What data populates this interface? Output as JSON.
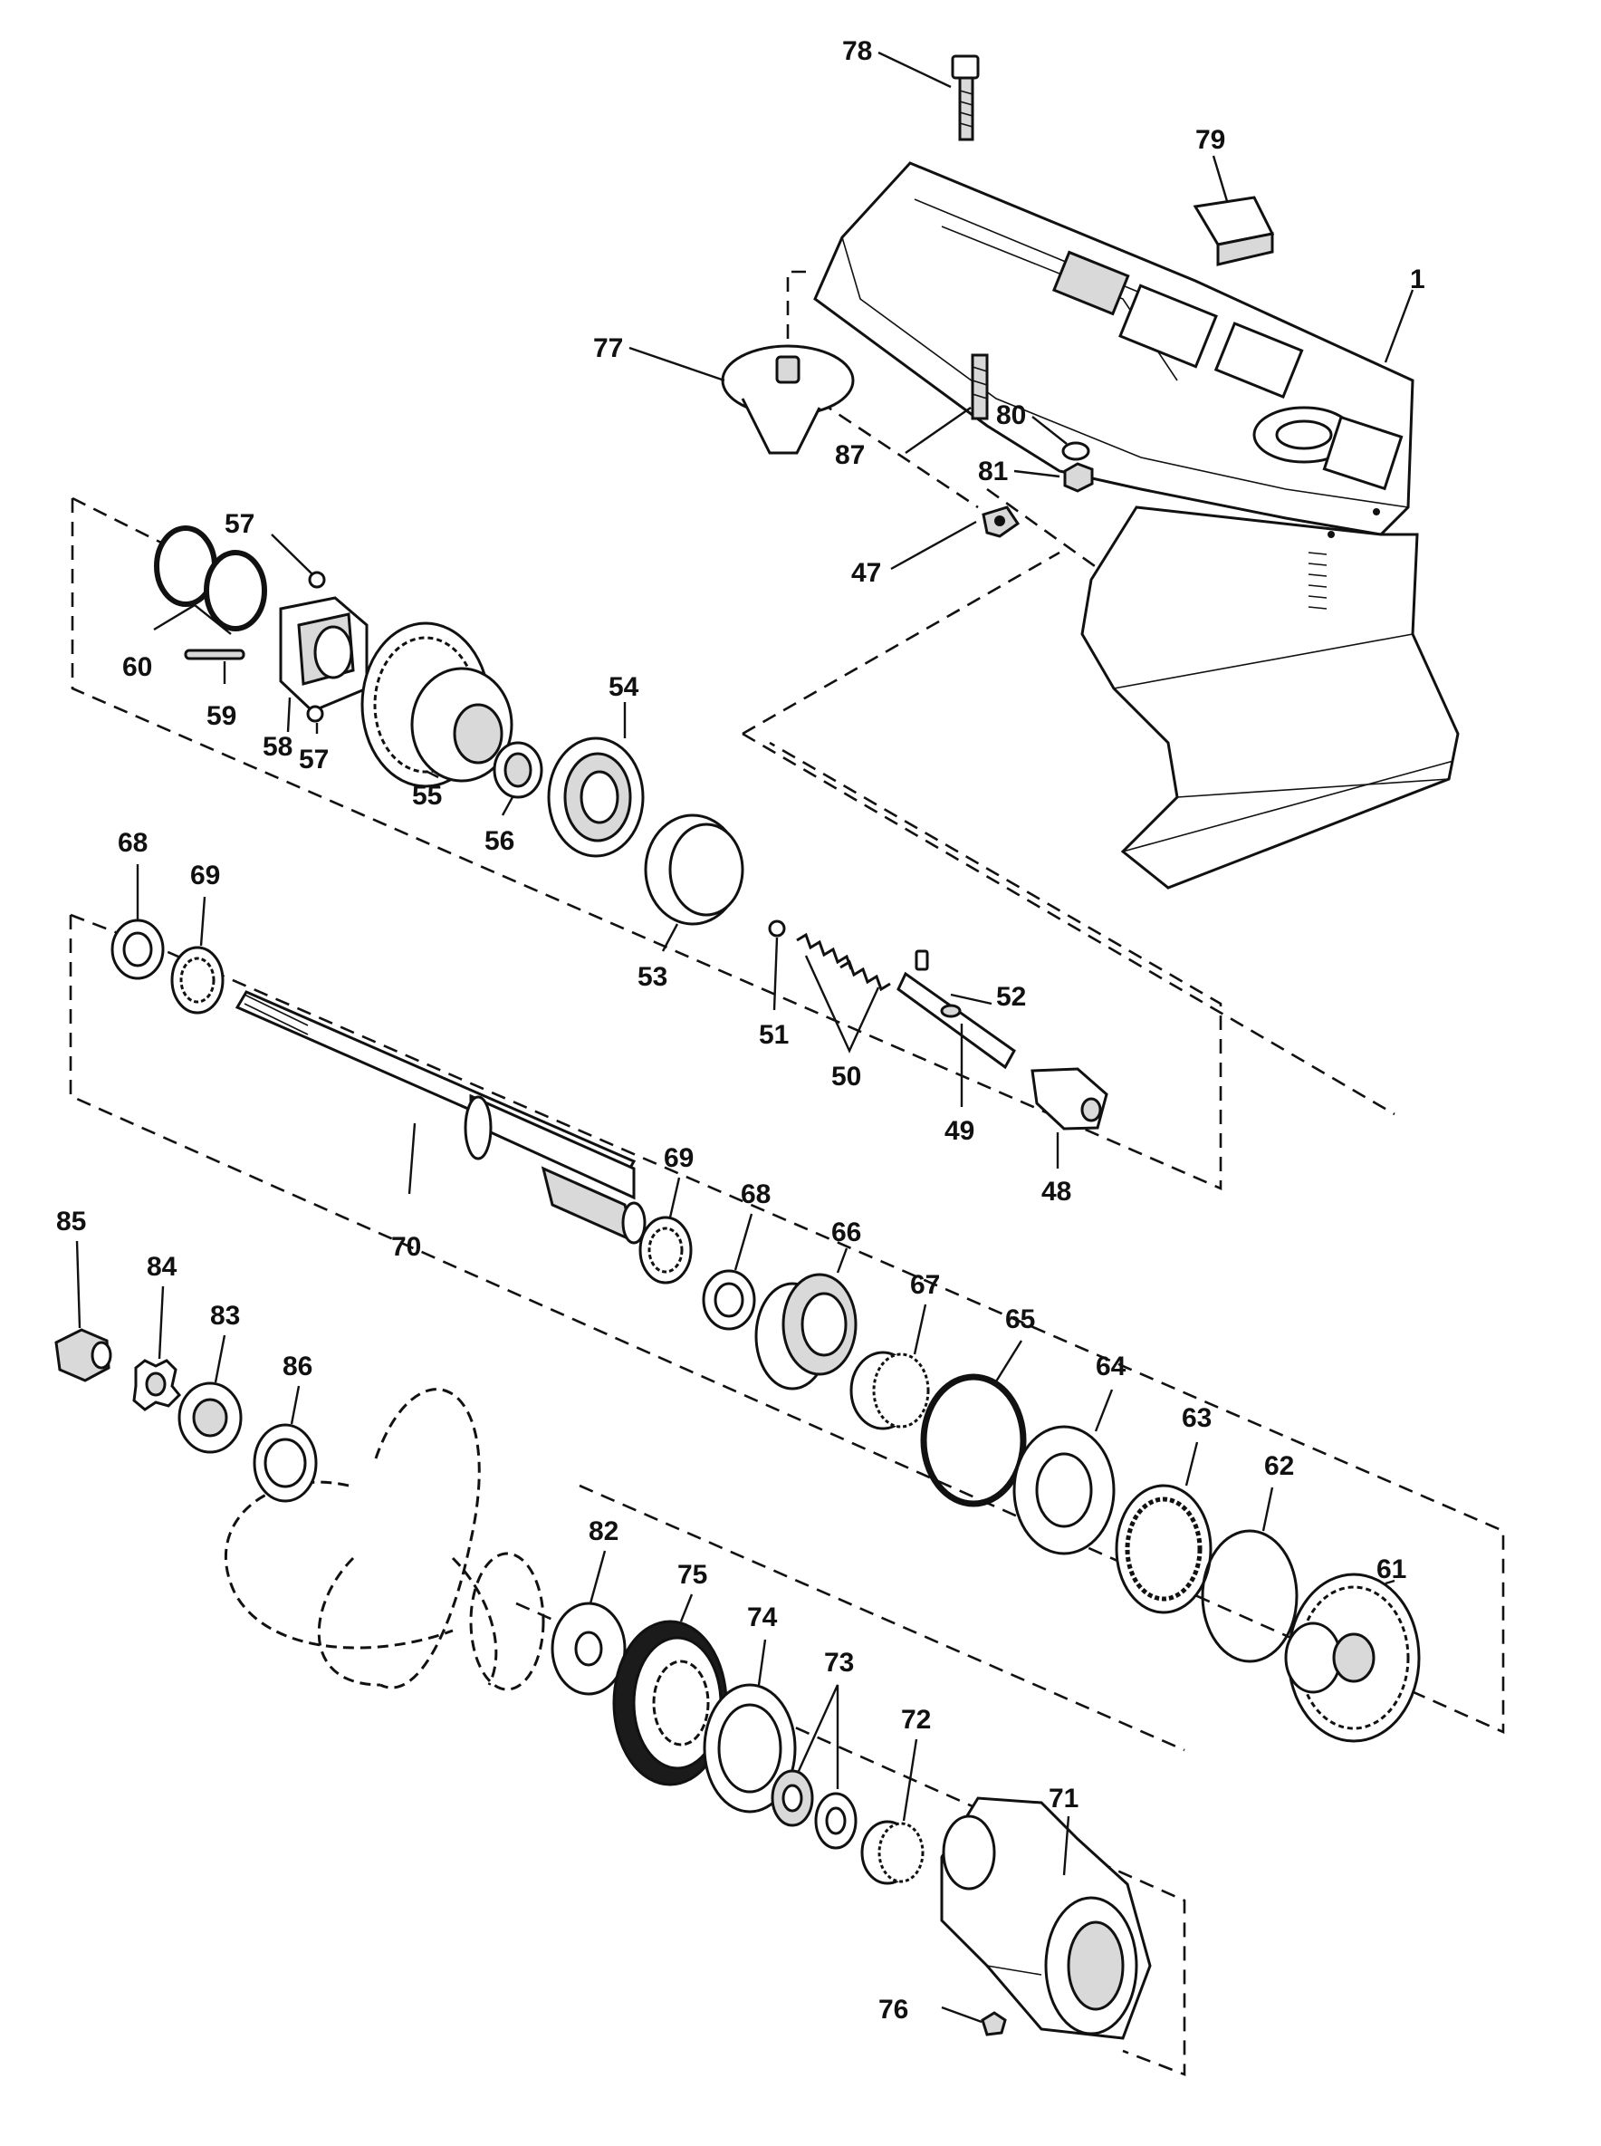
{
  "diagram": {
    "callouts": {
      "c1": "1",
      "c47": "47",
      "c48": "48",
      "c49": "49",
      "c50": "50",
      "c51": "51",
      "c52": "52",
      "c53": "53",
      "c54": "54",
      "c55": "55",
      "c56": "56",
      "c57a": "57",
      "c57b": "57",
      "c58": "58",
      "c59": "59",
      "c60": "60",
      "c61": "61",
      "c62": "62",
      "c63": "63",
      "c64": "64",
      "c65": "65",
      "c66": "66",
      "c67": "67",
      "c68a": "68",
      "c68b": "68",
      "c69a": "69",
      "c69b": "69",
      "c70": "70",
      "c71": "71",
      "c72": "72",
      "c73": "73",
      "c74": "74",
      "c75": "75",
      "c76": "76",
      "c77": "77",
      "c78": "78",
      "c79": "79",
      "c80": "80",
      "c81": "81",
      "c82": "82",
      "c83": "83",
      "c84": "84",
      "c85": "85",
      "c86": "86",
      "c87": "87"
    }
  }
}
